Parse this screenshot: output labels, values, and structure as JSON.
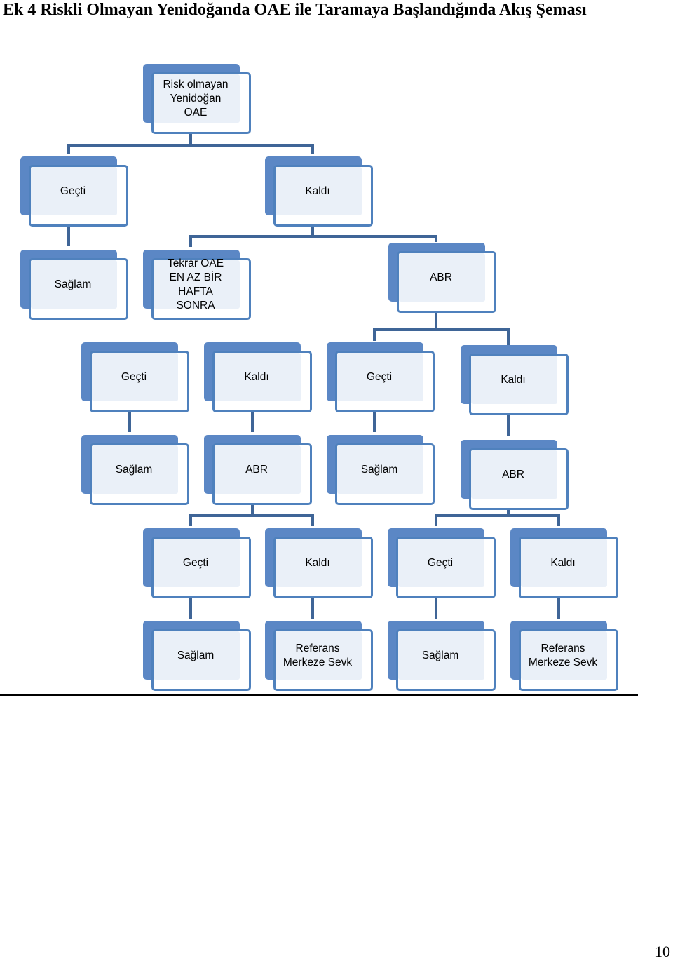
{
  "title": "Ek 4 Riskli Olmayan Yenidoğanda OAE ile Taramaya Başlandığında Akış Şeması",
  "nodes": {
    "root": [
      "Risk olmayan",
      "Yenidoğan",
      "OAE"
    ],
    "l1_gecti": [
      "Geçti"
    ],
    "l1_kaldi": [
      "Kaldı"
    ],
    "l2_saglam": [
      "Sağlam"
    ],
    "l2_tekrar": [
      "Tekrar OAE",
      "EN AZ BİR HAFTA",
      "SONRA"
    ],
    "l2_abr": [
      "ABR"
    ],
    "l3_a_gecti": [
      "Geçti"
    ],
    "l3_a_kaldi": [
      "Kaldı"
    ],
    "l3_b_gecti": [
      "Geçti"
    ],
    "l3_b_kaldi": [
      "Kaldı"
    ],
    "l4_a_saglam": [
      "Sağlam"
    ],
    "l4_a_abr": [
      "ABR"
    ],
    "l4_b_saglam": [
      "Sağlam"
    ],
    "l4_b_abr": [
      "ABR"
    ],
    "l5_a_gecti": [
      "Geçti"
    ],
    "l5_a_kaldi": [
      "Kaldı"
    ],
    "l5_b_gecti": [
      "Geçti"
    ],
    "l5_b_kaldi": [
      "Kaldı"
    ],
    "l6_a_saglam": [
      "Sağlam"
    ],
    "l6_a_referans": [
      "Referans",
      "Merkeze Sevk"
    ],
    "l6_b_saglam": [
      "Sağlam"
    ],
    "l6_b_referans": [
      "Referans",
      "Merkeze Sevk"
    ]
  },
  "colors": {
    "box_back": "#5b87c5",
    "box_border": "#4f81bd",
    "box_fill": "#eaf0f8",
    "connector": "#3f6597"
  },
  "page_number": "10"
}
